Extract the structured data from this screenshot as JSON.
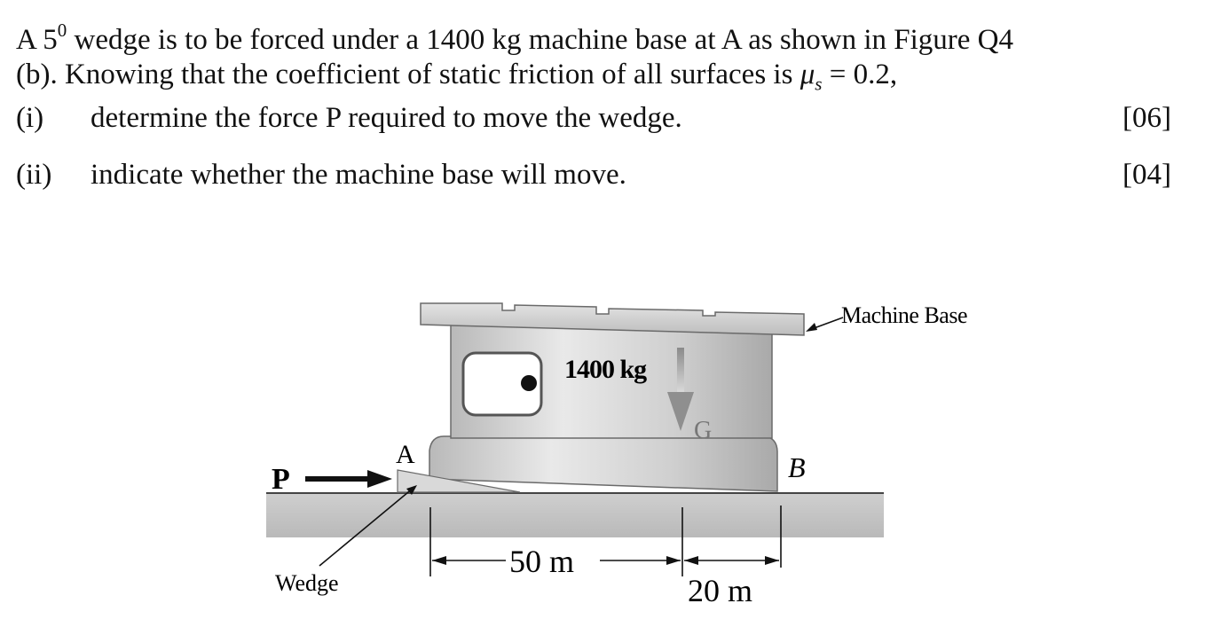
{
  "question": {
    "line1_pre": "A 5",
    "line1_deg": "0",
    "line1_post": " wedge is to be forced under a 1400 kg machine base at A as shown in Figure Q4",
    "line2_pre": "(b). Knowing that the coefficient of static friction of all surfaces is ",
    "mu_symbol": "μ",
    "mu_sub": "s",
    "line2_post": " = 0.2,",
    "items": [
      {
        "num": "(i)",
        "text": "determine the force P required to move the wedge.",
        "marks": "[06]"
      },
      {
        "num": "(ii)",
        "text": "indicate whether the machine base will move.",
        "marks": "[04]"
      }
    ]
  },
  "figure": {
    "label_P": "P",
    "label_A": "A",
    "label_B": "B",
    "label_G": "G",
    "mass_label": "1400 kg",
    "machine_base_label": "Machine Base",
    "wedge_label": "Wedge",
    "dim_50": "50 m",
    "dim_20": "20 m"
  }
}
